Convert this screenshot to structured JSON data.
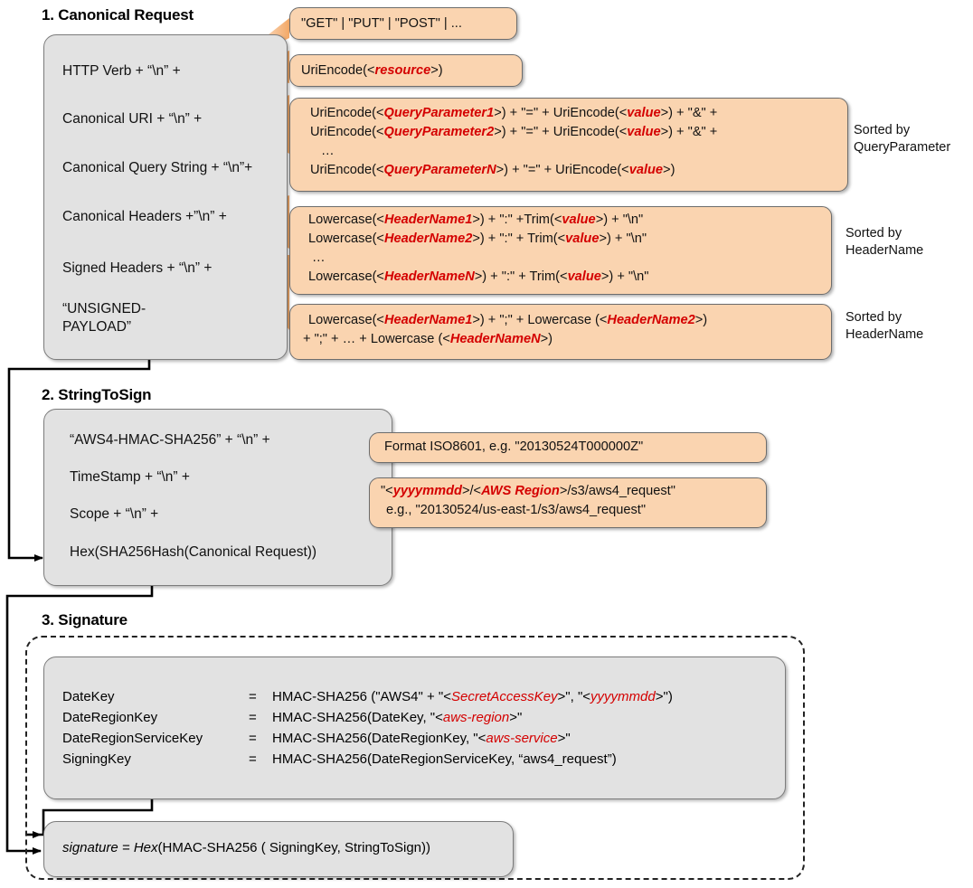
{
  "diagram": {
    "title_hidden": "AWS Signature Version 4 calculation flow",
    "colors": {
      "grey_box": "#e2e2e2",
      "callout": "#fad4b0",
      "variable_red": "#d40000",
      "outline": "#7c7c7c"
    }
  },
  "section1": {
    "heading": "1. Canonical Request",
    "lines": [
      "HTTP Verb + “\\n” +",
      "Canonical URI + “\\n” +",
      "Canonical Query String + “\\n”+",
      "Canonical Headers +”\\n” +",
      "Signed Headers + “\\n” +",
      "“UNSIGNED-",
      "PAYLOAD”"
    ],
    "callouts": {
      "verb": {
        "line1": "\"GET\" | \"PUT\" | \"POST\" | ..."
      },
      "uri": {
        "pre": "UriEncode(<",
        "var": "resource",
        "post": ">)"
      },
      "query": {
        "l1a": "UriEncode(<",
        "l1v1": "QueryParameter1",
        "l1b": ">) + \"=\" + UriEncode(<",
        "l1v2": "value",
        "l1c": ">) + \"&\" +",
        "l2a": "UriEncode(<",
        "l2v1": "QueryParameter2",
        "l2b": ">) + \"=\" + UriEncode(<",
        "l2v2": "value",
        "l2c": ">) + \"&\" +",
        "l3": "…",
        "l4a": "UriEncode(<",
        "l4v1": "QueryParameterN",
        "l4b": ">) + \"=\" + UriEncode(<",
        "l4v2": "value",
        "l4c": ">)"
      },
      "headers": {
        "l1a": "Lowercase(<",
        "l1v1": "HeaderName1",
        "l1b": ">) + \":\" +Trim(<",
        "l1v2": "value",
        "l1c": ">) + \"\\n\"",
        "l2a": "Lowercase(<",
        "l2v1": "HeaderName2",
        "l2b": ">) + \":\" + Trim(<",
        "l2v2": "value",
        "l2c": ">) + \"\\n\"",
        "l3": "…",
        "l4a": "Lowercase(<",
        "l4v1": "HeaderNameN",
        "l4b": ">) + \":\" + Trim(<",
        "l4v2": "value",
        "l4c": ">) + \"\\n\""
      },
      "signed": {
        "l1a": "Lowercase(<",
        "l1v1": "HeaderName1",
        "l1b": ">) + \";\" + Lowercase (<",
        "l1v2": "HeaderName2",
        "l1c": ">)",
        "l2a": "+ \";\" + … + Lowercase (<",
        "l2v1": "HeaderNameN",
        "l2b": ">)"
      }
    },
    "notes": [
      {
        "l1": "Sorted by",
        "l2": "QueryParameter"
      },
      {
        "l1": "Sorted by",
        "l2": "HeaderName"
      },
      {
        "l1": "Sorted by",
        "l2": "HeaderName"
      }
    ]
  },
  "section2": {
    "heading": "2. StringToSign",
    "lines": [
      "“AWS4-HMAC-SHA256” + “\\n” +",
      "TimeStamp + “\\n” +",
      "Scope + “\\n” +",
      "Hex(SHA256Hash(Canonical Request))"
    ],
    "callouts": {
      "timestamp": {
        "line1": "Format ISO8601,  e.g. \"20130524T000000Z\""
      },
      "scope": {
        "l1a": "\"<",
        "l1v1": "yyyymmdd",
        "l1b": ">/<",
        "l1v2": "AWS Region",
        "l1c": ">/s3/aws4_request\"",
        "l2": "e.g., \"20130524/us-east-1/s3/aws4_request\""
      }
    }
  },
  "section3": {
    "heading": "3. Signature",
    "rows": [
      {
        "name": "DateKey",
        "eq": "=",
        "expr_a": "HMAC-SHA256 (\"AWS4\" + \"<",
        "var1": "SecretAccessKey",
        "expr_b": ">\", \"<",
        "var2": "yyyymmdd",
        "expr_c": ">\")"
      },
      {
        "name": "DateRegionKey",
        "eq": "=",
        "expr_a": "HMAC-SHA256(DateKey, \"<",
        "var1": "aws-region",
        "expr_b": ">\"",
        "var2": "",
        "expr_c": ""
      },
      {
        "name": "DateRegionServiceKey",
        "eq": "=",
        "expr_a": "HMAC-SHA256(DateRegionKey, \"<",
        "var1": "aws-service",
        "expr_b": ">\"",
        "var2": "",
        "expr_c": ""
      },
      {
        "name": "SigningKey",
        "eq": "=",
        "expr_a": "HMAC-SHA256(DateRegionServiceKey, “aws4_request”)",
        "var1": "",
        "expr_b": "",
        "var2": "",
        "expr_c": ""
      }
    ],
    "signature_box": {
      "label": "signature = ",
      "hex": "Hex",
      "expr": "(HMAC-SHA256 ( SigningKey, StringToSign))"
    }
  }
}
